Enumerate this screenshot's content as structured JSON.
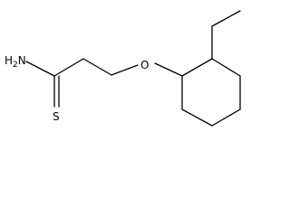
{
  "molecule": {
    "atom_labels": {
      "amine_h": "H",
      "amine_h_count": "2",
      "amine_n": "N",
      "oxygen": "O",
      "sulfur": "S"
    }
  }
}
